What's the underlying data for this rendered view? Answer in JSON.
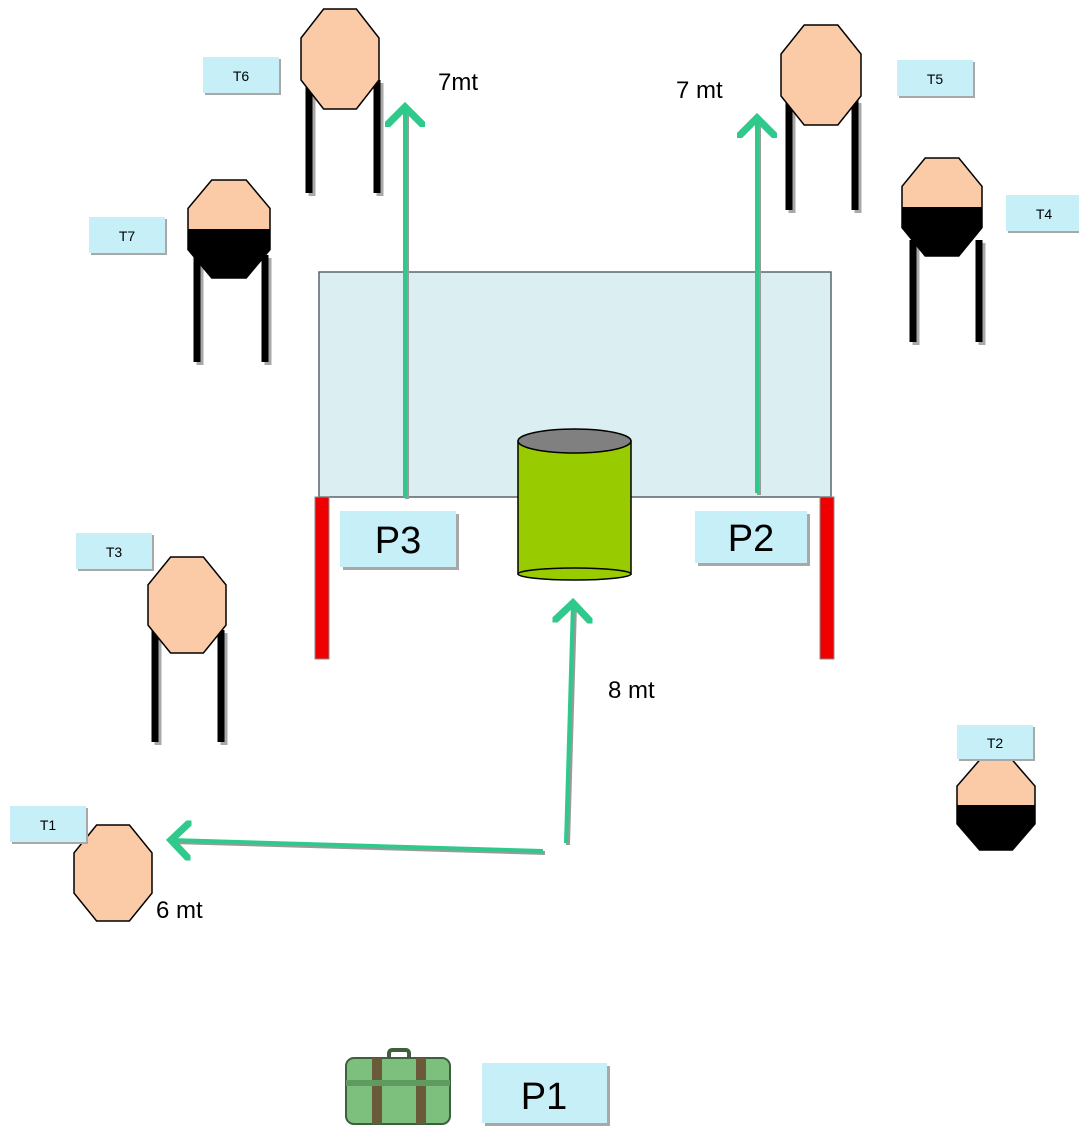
{
  "colors": {
    "target_skin": "#fbcba7",
    "target_black": "#000000",
    "arrow": "#2ec98b",
    "arrow_shadow": "#9a9a9a",
    "barricade_fill": "#dbeef2",
    "barricade_stroke": "#5a6470",
    "red_post": "#ee0000",
    "barrel_body": "#99cc00",
    "barrel_top": "#808080",
    "label_box": "#c6eff7",
    "suitcase": "#7dbf7d"
  },
  "targets": [
    {
      "id": "T1",
      "label": "T1",
      "style": "plain",
      "legs": false
    },
    {
      "id": "T2",
      "label": "T2",
      "style": "half_black",
      "legs": false
    },
    {
      "id": "T3",
      "label": "T3",
      "style": "plain",
      "legs": true
    },
    {
      "id": "T4",
      "label": "T4",
      "style": "half_black",
      "legs": true
    },
    {
      "id": "T5",
      "label": "T5",
      "style": "plain",
      "legs": true
    },
    {
      "id": "T6",
      "label": "T6",
      "style": "plain",
      "legs": true
    },
    {
      "id": "T7",
      "label": "T7",
      "style": "half_black",
      "legs": true
    }
  ],
  "positions": [
    {
      "id": "P1",
      "label": "P1"
    },
    {
      "id": "P2",
      "label": "P2"
    },
    {
      "id": "P3",
      "label": "P3"
    }
  ],
  "distances": {
    "p1_to_t1": "6 mt",
    "p1_to_barrel": "8 mt",
    "p2_up": "7 mt",
    "p3_up": "7mt"
  },
  "icons": {
    "suitcase": "suitcase-icon",
    "barrel": "barrel-icon"
  }
}
